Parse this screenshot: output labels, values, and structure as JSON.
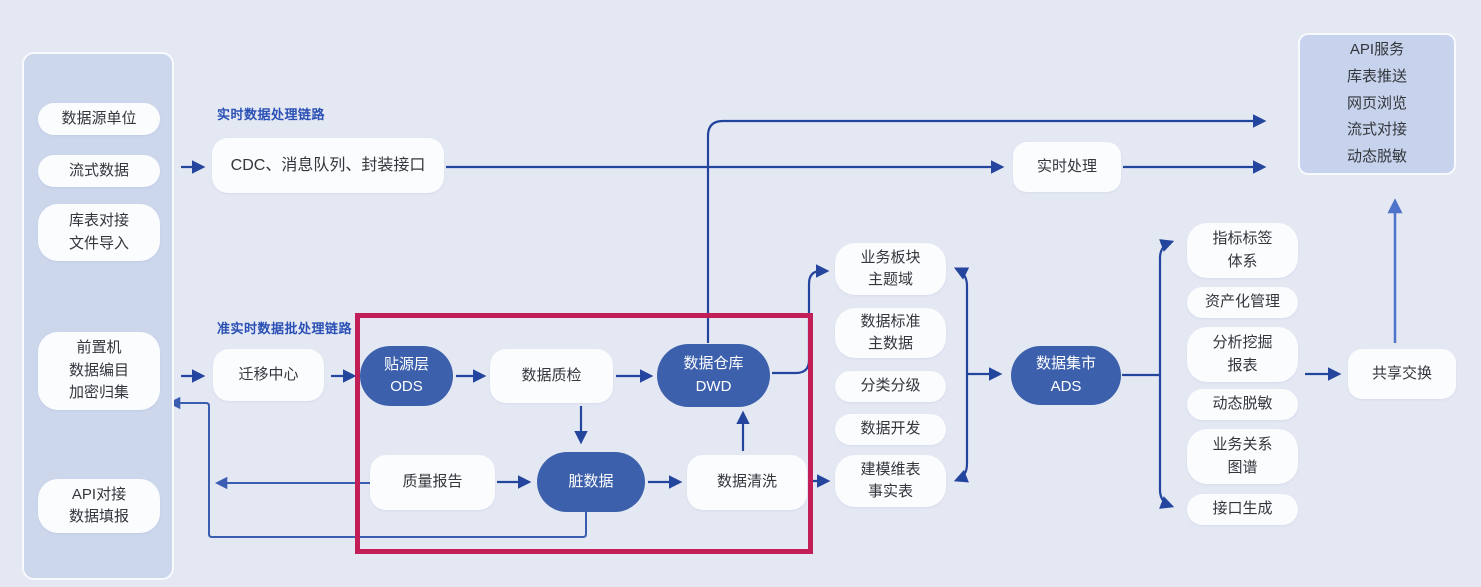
{
  "colors": {
    "canvas": "#e4e8f3",
    "panel_fill": "#ccd7ec",
    "node_fill": "#fbfcfe",
    "ellipse_fill": "#3c60ab",
    "api_box_fill": "#c7d3ec",
    "arrow_main": "#24459e",
    "arrow_feedback": "#3a5db2",
    "arrow_light": "#4d73ca",
    "label_blue": "#2b50b5",
    "highlight_red": "#c21e57",
    "text": "#33363c"
  },
  "labels": {
    "realtime_chain": "实时数据处理链路",
    "batch_chain": "准实时数据批处理链路"
  },
  "sidebar": [
    {
      "lines": [
        "数据源单位"
      ]
    },
    {
      "lines": [
        "流式数据"
      ]
    },
    {
      "lines": [
        "库表对接",
        "文件导入"
      ]
    },
    {
      "lines": [
        "前置机",
        "数据编目",
        "加密归集"
      ]
    },
    {
      "lines": [
        "API对接",
        "数据填报"
      ]
    }
  ],
  "nodes": {
    "cdc": "CDC、消息队列、封装接口",
    "realtime": "实时处理",
    "api_services": {
      "lines": [
        "API服务",
        "库表推送",
        "网页浏览",
        "流式对接",
        "动态脱敏"
      ]
    },
    "migration": "迁移中心",
    "ods": {
      "lines": [
        "贴源层",
        "ODS"
      ]
    },
    "quality_check": "数据质检",
    "dwd": {
      "lines": [
        "数据仓库",
        "DWD"
      ]
    },
    "quality_report": "质量报告",
    "dirty": "脏数据",
    "cleaning": "数据清洗",
    "ads": {
      "lines": [
        "数据集市",
        "ADS"
      ]
    },
    "share": "共享交换"
  },
  "mid_nodes": [
    {
      "lines": [
        "业务板块",
        "主题域"
      ]
    },
    {
      "lines": [
        "数据标准",
        "主数据"
      ]
    },
    {
      "lines": [
        "分类分级"
      ]
    },
    {
      "lines": [
        "数据开发"
      ]
    },
    {
      "lines": [
        "建模维表",
        "事实表"
      ]
    }
  ],
  "right_nodes": [
    {
      "lines": [
        "指标标签",
        "体系"
      ]
    },
    {
      "lines": [
        "资产化管理"
      ]
    },
    {
      "lines": [
        "分析挖掘",
        "报表"
      ]
    },
    {
      "lines": [
        "动态脱敏"
      ]
    },
    {
      "lines": [
        "业务关系",
        "图谱"
      ]
    },
    {
      "lines": [
        "接口生成"
      ]
    }
  ]
}
